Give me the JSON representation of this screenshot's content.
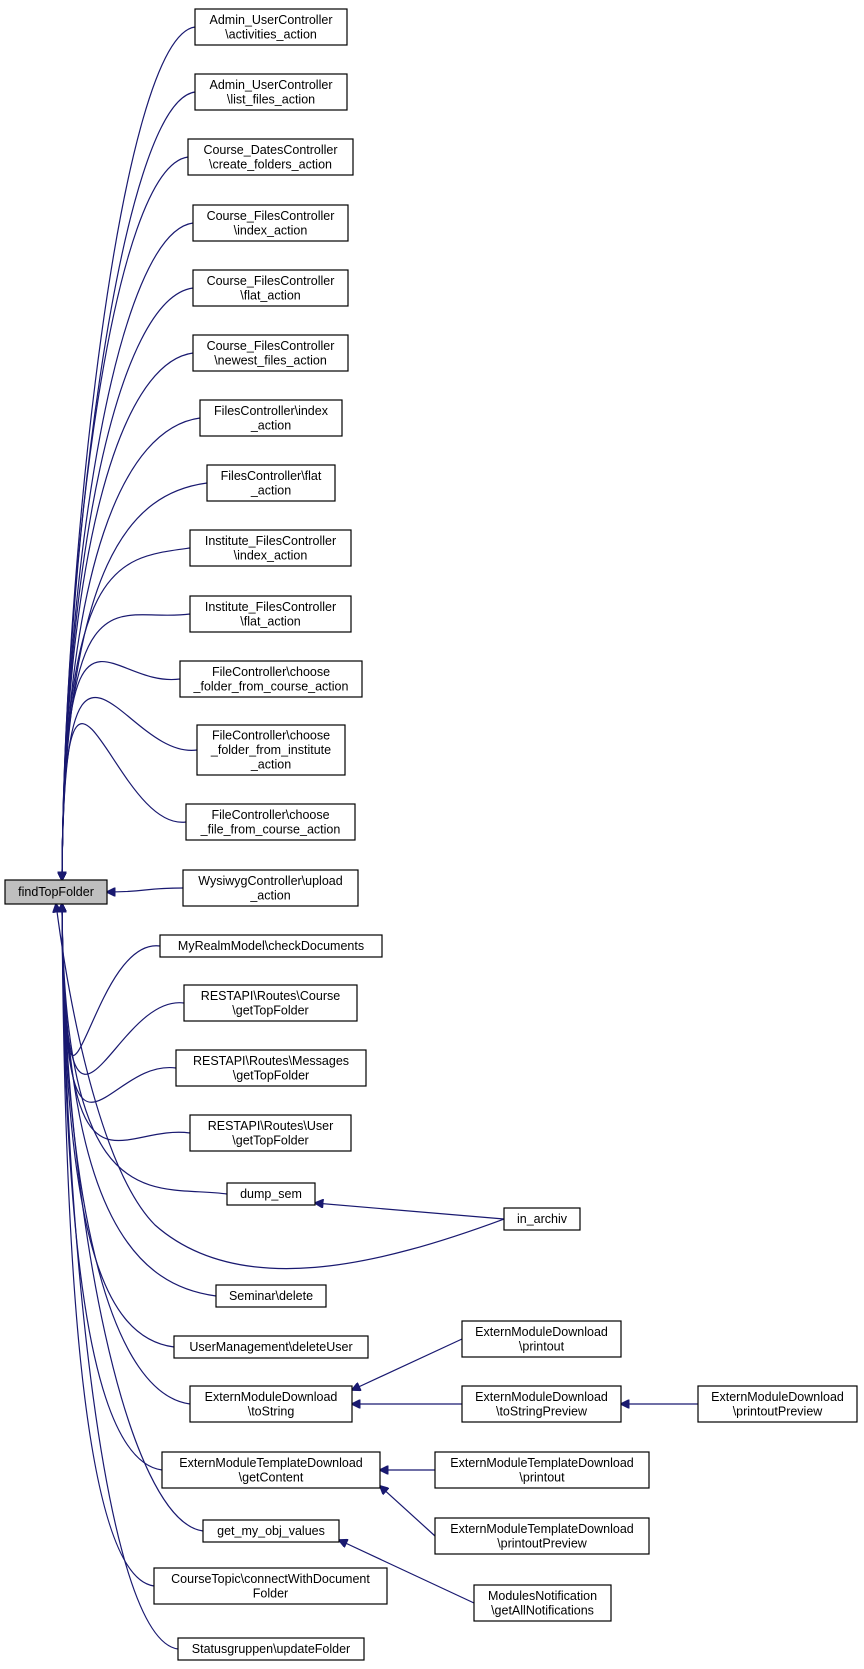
{
  "root": {
    "id": "root",
    "lines": [
      "findTopFolder"
    ]
  },
  "nodes": [
    {
      "id": "n1",
      "lines": [
        "Admin_UserController",
        "\\activities_action"
      ]
    },
    {
      "id": "n2",
      "lines": [
        "Admin_UserController",
        "\\list_files_action"
      ]
    },
    {
      "id": "n3",
      "lines": [
        "Course_DatesController",
        "\\create_folders_action"
      ]
    },
    {
      "id": "n4",
      "lines": [
        "Course_FilesController",
        "\\index_action"
      ]
    },
    {
      "id": "n5",
      "lines": [
        "Course_FilesController",
        "\\flat_action"
      ]
    },
    {
      "id": "n6",
      "lines": [
        "Course_FilesController",
        "\\newest_files_action"
      ]
    },
    {
      "id": "n7",
      "lines": [
        "FilesController\\index",
        "_action"
      ]
    },
    {
      "id": "n8",
      "lines": [
        "FilesController\\flat",
        "_action"
      ]
    },
    {
      "id": "n9",
      "lines": [
        "Institute_FilesController",
        "\\index_action"
      ]
    },
    {
      "id": "n10",
      "lines": [
        "Institute_FilesController",
        "\\flat_action"
      ]
    },
    {
      "id": "n11",
      "lines": [
        "FileController\\choose",
        "_folder_from_course_action"
      ]
    },
    {
      "id": "n12",
      "lines": [
        "FileController\\choose",
        "_folder_from_institute",
        "_action"
      ]
    },
    {
      "id": "n13",
      "lines": [
        "FileController\\choose",
        "_file_from_course_action"
      ]
    },
    {
      "id": "n14",
      "lines": [
        "WysiwygController\\upload",
        "_action"
      ]
    },
    {
      "id": "n15",
      "lines": [
        "MyRealmModel\\checkDocuments"
      ]
    },
    {
      "id": "n16",
      "lines": [
        "RESTAPI\\Routes\\Course",
        "\\getTopFolder"
      ]
    },
    {
      "id": "n17",
      "lines": [
        "RESTAPI\\Routes\\Messages",
        "\\getTopFolder"
      ]
    },
    {
      "id": "n18",
      "lines": [
        "RESTAPI\\Routes\\User",
        "\\getTopFolder"
      ]
    },
    {
      "id": "n19",
      "lines": [
        "dump_sem"
      ]
    },
    {
      "id": "n20",
      "lines": [
        "in_archiv"
      ]
    },
    {
      "id": "n21",
      "lines": [
        "Seminar\\delete"
      ]
    },
    {
      "id": "n22",
      "lines": [
        "UserManagement\\deleteUser"
      ]
    },
    {
      "id": "n23",
      "lines": [
        "ExternModuleDownload",
        "\\printout"
      ]
    },
    {
      "id": "n24",
      "lines": [
        "ExternModuleDownload",
        "\\toString"
      ]
    },
    {
      "id": "n25",
      "lines": [
        "ExternModuleDownload",
        "\\toStringPreview"
      ]
    },
    {
      "id": "n26",
      "lines": [
        "ExternModuleDownload",
        "\\printoutPreview"
      ]
    },
    {
      "id": "n27",
      "lines": [
        "ExternModuleTemplateDownload",
        "\\getContent"
      ]
    },
    {
      "id": "n28",
      "lines": [
        "ExternModuleTemplateDownload",
        "\\printout"
      ]
    },
    {
      "id": "n29",
      "lines": [
        "ExternModuleTemplateDownload",
        "\\printoutPreview"
      ]
    },
    {
      "id": "n30",
      "lines": [
        "get_my_obj_values"
      ]
    },
    {
      "id": "n31",
      "lines": [
        "CourseTopic\\connectWithDocument",
        "Folder"
      ]
    },
    {
      "id": "n32",
      "lines": [
        "ModulesNotification",
        "\\getAllNotifications"
      ]
    },
    {
      "id": "n33",
      "lines": [
        "Statusgruppen\\updateFolder"
      ]
    }
  ],
  "edges": [
    {
      "from": "n1",
      "to": "root"
    },
    {
      "from": "n2",
      "to": "root"
    },
    {
      "from": "n3",
      "to": "root"
    },
    {
      "from": "n4",
      "to": "root"
    },
    {
      "from": "n5",
      "to": "root"
    },
    {
      "from": "n6",
      "to": "root"
    },
    {
      "from": "n7",
      "to": "root"
    },
    {
      "from": "n8",
      "to": "root"
    },
    {
      "from": "n9",
      "to": "root"
    },
    {
      "from": "n10",
      "to": "root"
    },
    {
      "from": "n11",
      "to": "root"
    },
    {
      "from": "n12",
      "to": "root"
    },
    {
      "from": "n13",
      "to": "root"
    },
    {
      "from": "n14",
      "to": "root"
    },
    {
      "from": "n15",
      "to": "root"
    },
    {
      "from": "n16",
      "to": "root"
    },
    {
      "from": "n17",
      "to": "root"
    },
    {
      "from": "n18",
      "to": "root"
    },
    {
      "from": "n19",
      "to": "root"
    },
    {
      "from": "n20",
      "to": "root"
    },
    {
      "from": "n21",
      "to": "root"
    },
    {
      "from": "n22",
      "to": "root"
    },
    {
      "from": "n24",
      "to": "root"
    },
    {
      "from": "n27",
      "to": "root"
    },
    {
      "from": "n30",
      "to": "root"
    },
    {
      "from": "n31",
      "to": "root"
    },
    {
      "from": "n33",
      "to": "root"
    },
    {
      "from": "n20",
      "to": "n19"
    },
    {
      "from": "n23",
      "to": "n24"
    },
    {
      "from": "n25",
      "to": "n24"
    },
    {
      "from": "n26",
      "to": "n25"
    },
    {
      "from": "n28",
      "to": "n27"
    },
    {
      "from": "n29",
      "to": "n27"
    },
    {
      "from": "n32",
      "to": "n30"
    }
  ],
  "colors": {
    "edge": "#191970",
    "root_fill": "#bfbfbf",
    "node_fill": "#ffffff",
    "node_border": "#000000"
  }
}
